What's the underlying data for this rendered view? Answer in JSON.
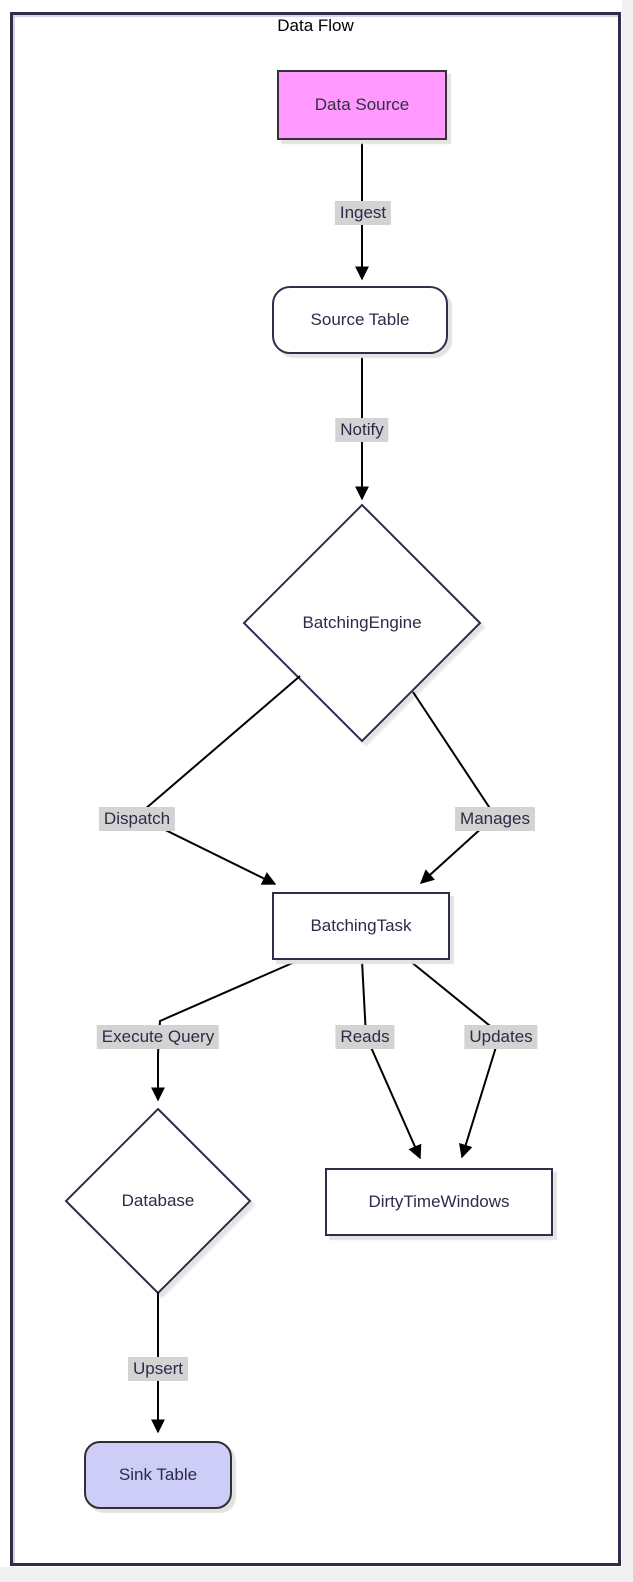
{
  "title": "Data Flow",
  "nodes": {
    "data_source": {
      "label": "Data Source",
      "shape": "rect",
      "fill": "#ff99ff"
    },
    "source_table": {
      "label": "Source Table",
      "shape": "rounded-rect",
      "fill": "#ffffff"
    },
    "batching_engine": {
      "label": "BatchingEngine",
      "shape": "diamond",
      "fill": "#ffffff"
    },
    "batching_task": {
      "label": "BatchingTask",
      "shape": "rect",
      "fill": "#ffffff"
    },
    "database": {
      "label": "Database",
      "shape": "diamond",
      "fill": "#ffffff"
    },
    "dirty_time_windows": {
      "label": "DirtyTimeWindows",
      "shape": "rect",
      "fill": "#ffffff"
    },
    "sink_table": {
      "label": "Sink Table",
      "shape": "rounded-rect",
      "fill": "#cdcdf7"
    }
  },
  "edges": {
    "ingest": {
      "label": "Ingest",
      "from": "data_source",
      "to": "source_table"
    },
    "notify": {
      "label": "Notify",
      "from": "source_table",
      "to": "batching_engine"
    },
    "dispatch": {
      "label": "Dispatch",
      "from": "batching_engine",
      "to": "batching_task"
    },
    "manages": {
      "label": "Manages",
      "from": "batching_engine",
      "to": "batching_task"
    },
    "execute_query": {
      "label": "Execute Query",
      "from": "batching_task",
      "to": "database"
    },
    "reads": {
      "label": "Reads",
      "from": "batching_task",
      "to": "dirty_time_windows"
    },
    "updates": {
      "label": "Updates",
      "from": "batching_task",
      "to": "dirty_time_windows"
    },
    "upsert": {
      "label": "Upsert",
      "from": "database",
      "to": "sink_table"
    }
  },
  "colors": {
    "node_border": "#2e2e4c",
    "node_text": "#2b2b4a",
    "data_source_fill": "#ff99ff",
    "sink_table_fill": "#cdcdf7",
    "edge_label_bg": "#d3d3d3",
    "arrow": "#000000",
    "frame_border": "#2e2e4c"
  }
}
